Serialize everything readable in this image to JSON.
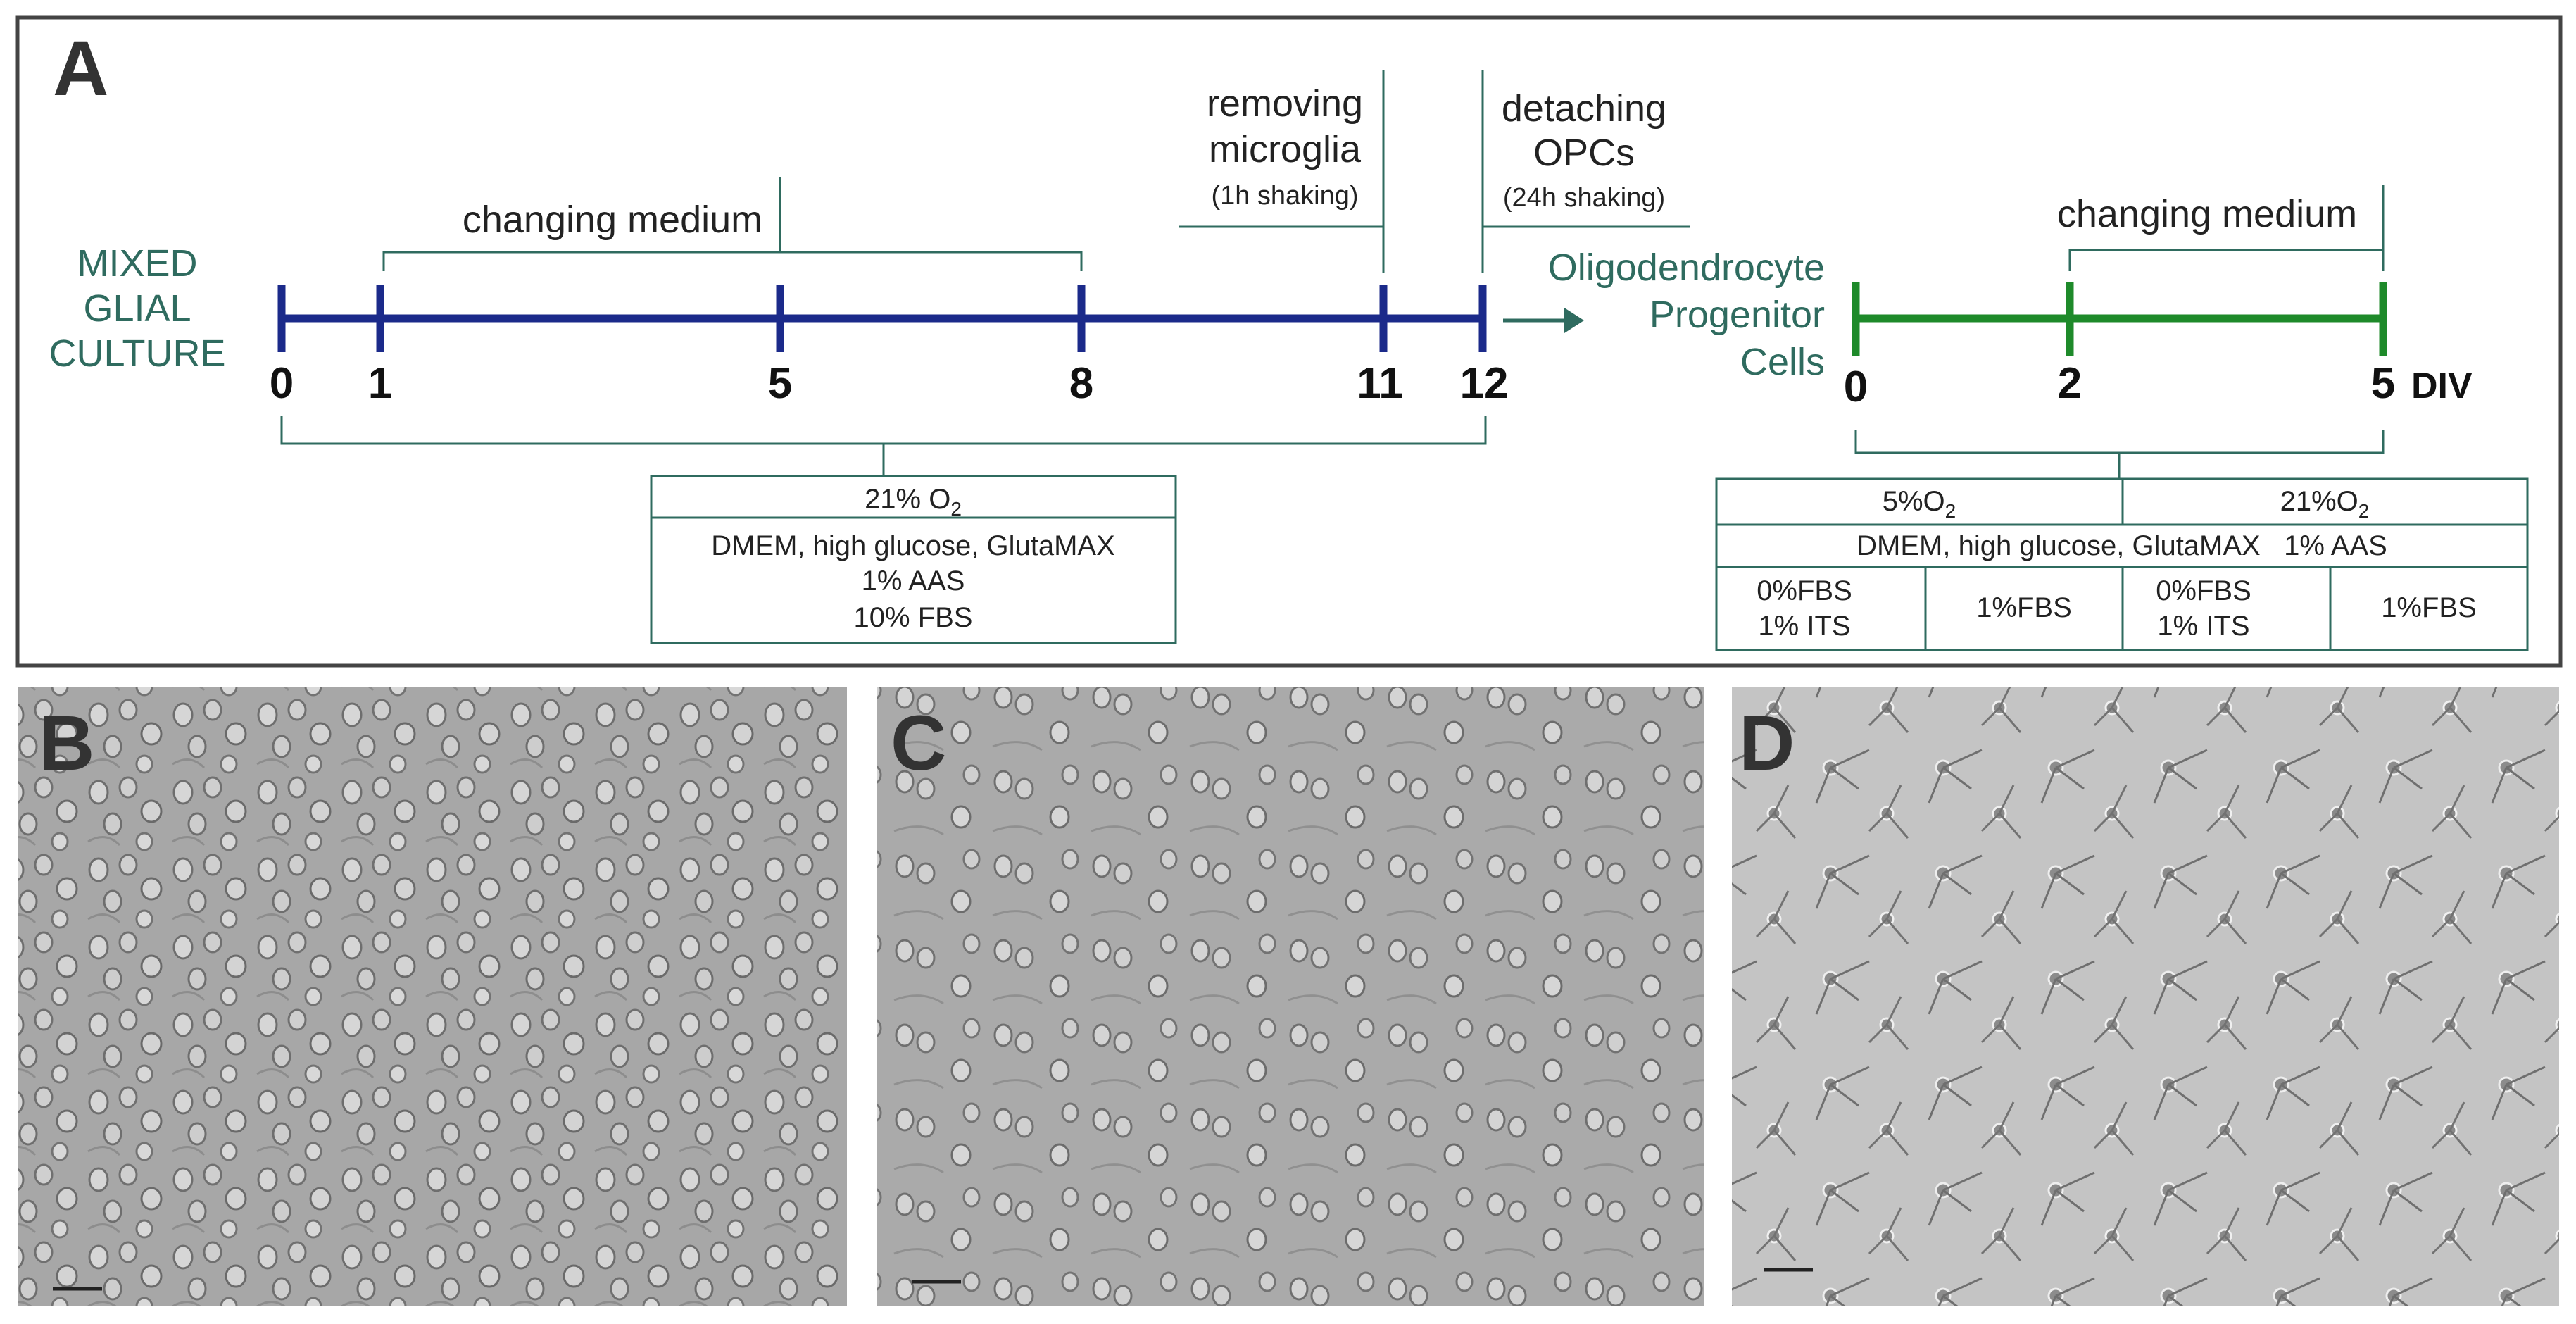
{
  "panel_labels": {
    "a": "A",
    "b": "B",
    "c": "C",
    "d": "D"
  },
  "mixed_culture": {
    "title_lines": [
      "MIXED",
      "GLIAL",
      "CULTURE"
    ],
    "ticks": [
      "0",
      "1",
      "5",
      "8",
      "11",
      "12"
    ],
    "changing_medium": "changing medium",
    "removing_lines": [
      "removing",
      "microglia"
    ],
    "removing_note": "(1h shaking)",
    "detaching_lines": [
      "detaching",
      "OPCs"
    ],
    "detaching_note": "(24h shaking)",
    "conditions": {
      "oxygen_prefix": "21% O",
      "oxygen_sub": "2",
      "medium_lines": [
        "DMEM, high glucose, GlutaMAX",
        "1% AAS",
        "10% FBS"
      ]
    }
  },
  "opc_culture": {
    "title_lines": [
      "Oligodendrocyte",
      "Progenitor",
      "Cells"
    ],
    "ticks": [
      "0",
      "2",
      "5"
    ],
    "unit": "DIV",
    "changing_medium": "changing medium",
    "conditions": {
      "oxygen_low_prefix": "5%O",
      "oxygen_low_sub": "2",
      "oxygen_high_prefix": "21%O",
      "oxygen_high_sub": "2",
      "medium": "DMEM, high glucose, GlutaMAX   1% AAS",
      "cells": [
        [
          "0%FBS",
          "1% ITS"
        ],
        [
          "1%FBS"
        ],
        [
          "0%FBS",
          "1% ITS"
        ],
        [
          "1%FBS"
        ]
      ]
    }
  },
  "colors": {
    "timeline_mixed": "#1b2a8a",
    "timeline_opc": "#1e8a2a",
    "annotation": "#2f6b5f",
    "text_teal": "#2f6b5f",
    "label": "#333333"
  },
  "icons": {
    "arrow": "right-arrow-icon"
  }
}
